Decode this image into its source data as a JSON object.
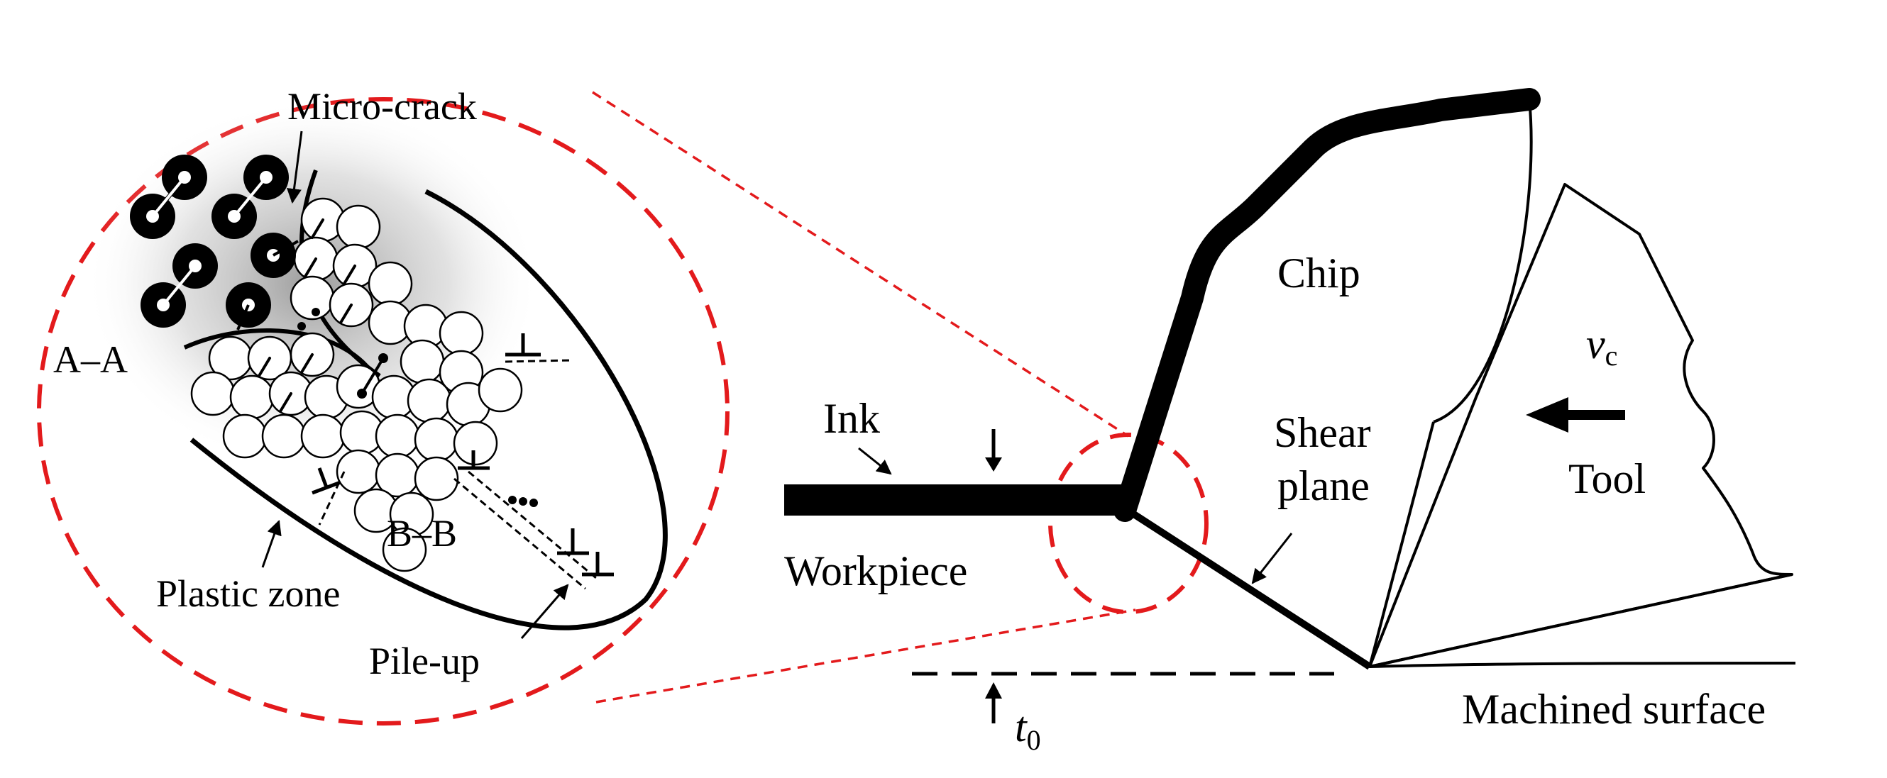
{
  "labels": {
    "micro_crack": "Micro-crack",
    "section_aa": "A–A",
    "section_bb": "B–B",
    "plastic_zone": "Plastic zone",
    "pile_up": "Pile-up",
    "ink": "Ink",
    "workpiece": "Workpiece",
    "chip": "Chip",
    "shear_line1": "Shear",
    "shear_line2": "plane",
    "velocity_symbol": "v",
    "velocity_subscript": "c",
    "tool": "Tool",
    "machined_surface": "Machined surface",
    "thickness_symbol": "t",
    "thickness_subscript": "0"
  },
  "colors": {
    "ink": "#000000",
    "highlight": "#e31a1c",
    "shade": "#9a9a9a"
  }
}
